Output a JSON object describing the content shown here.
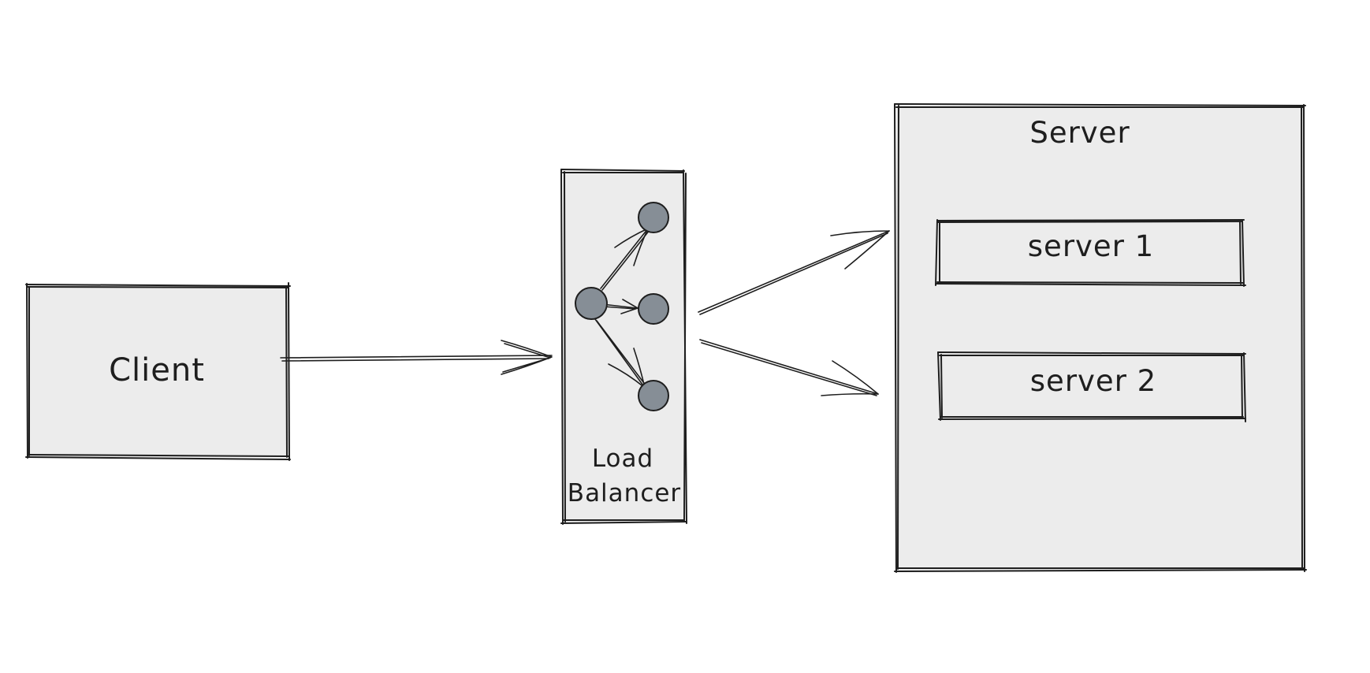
{
  "diagram": {
    "client": {
      "label": "Client"
    },
    "load_balancer": {
      "label_line1": "Load",
      "label_line2": "Balancer"
    },
    "server_group": {
      "label": "Server",
      "instances": [
        {
          "label": "server 1"
        },
        {
          "label": "server 2"
        }
      ]
    }
  },
  "colors": {
    "stroke": "#1e1e1e",
    "box_fill": "#ececec",
    "node_fill": "#868e96",
    "background": "#ffffff"
  }
}
